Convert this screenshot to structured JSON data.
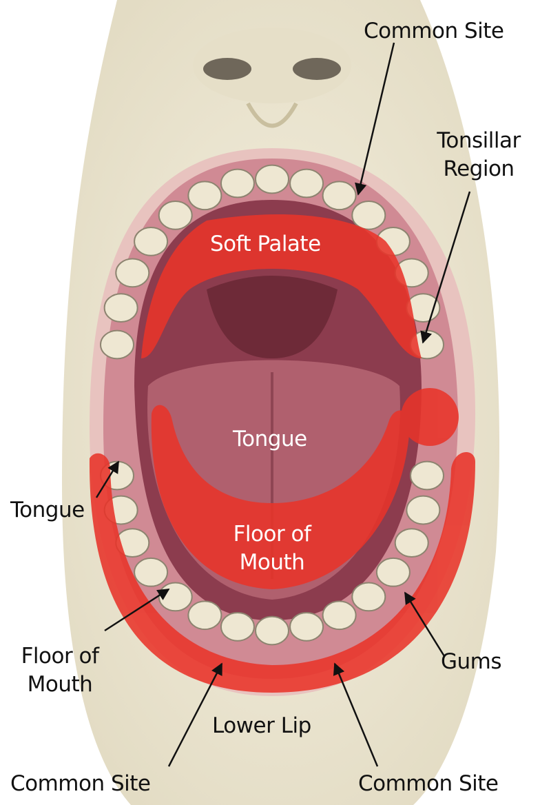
{
  "title": "Oral cancer common sites",
  "labels": {
    "common_site_top": "Common Site",
    "tonsillar_region": [
      "Tonsillar",
      "Region"
    ],
    "soft_palate": "Soft Palate",
    "tongue_inner": "Tongue",
    "tongue_left": "Tongue",
    "floor_of_mouth_inner": [
      "Floor of",
      "Mouth"
    ],
    "floor_of_mouth_left": [
      "Floor of",
      "Mouth"
    ],
    "gums": "Gums",
    "lower_lip": "Lower Lip",
    "common_site_bottom_left": "Common Site",
    "common_site_bottom_right": "Common Site"
  },
  "colors": {
    "highlight": "#e8342a",
    "skin": "#efe9d6",
    "mouth_interior": "#8c3c4e",
    "tongue": "#b0606e",
    "gum": "#d08a94",
    "tooth": "#eee7d2"
  }
}
